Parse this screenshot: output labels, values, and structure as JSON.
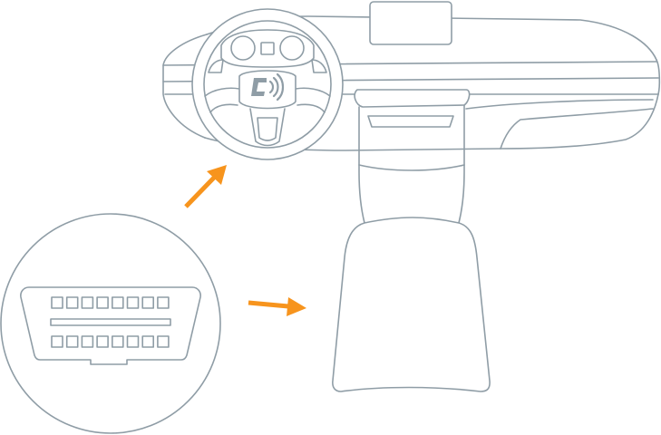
{
  "colors": {
    "line": "#8f9da6",
    "accent": "#f7941d",
    "logo": "#8f9da6",
    "background": "#ffffff"
  },
  "illustration": {
    "subject": "car-interior-dashboard",
    "logo_icon": "wireless-c-logo-icon",
    "connector_icon": "obd2-port-icon",
    "arrow_icons": [
      "arrow-up-right-icon",
      "arrow-right-icon"
    ]
  },
  "obd_port": {
    "top_row_pins": 8,
    "bottom_row_pins": 8
  }
}
